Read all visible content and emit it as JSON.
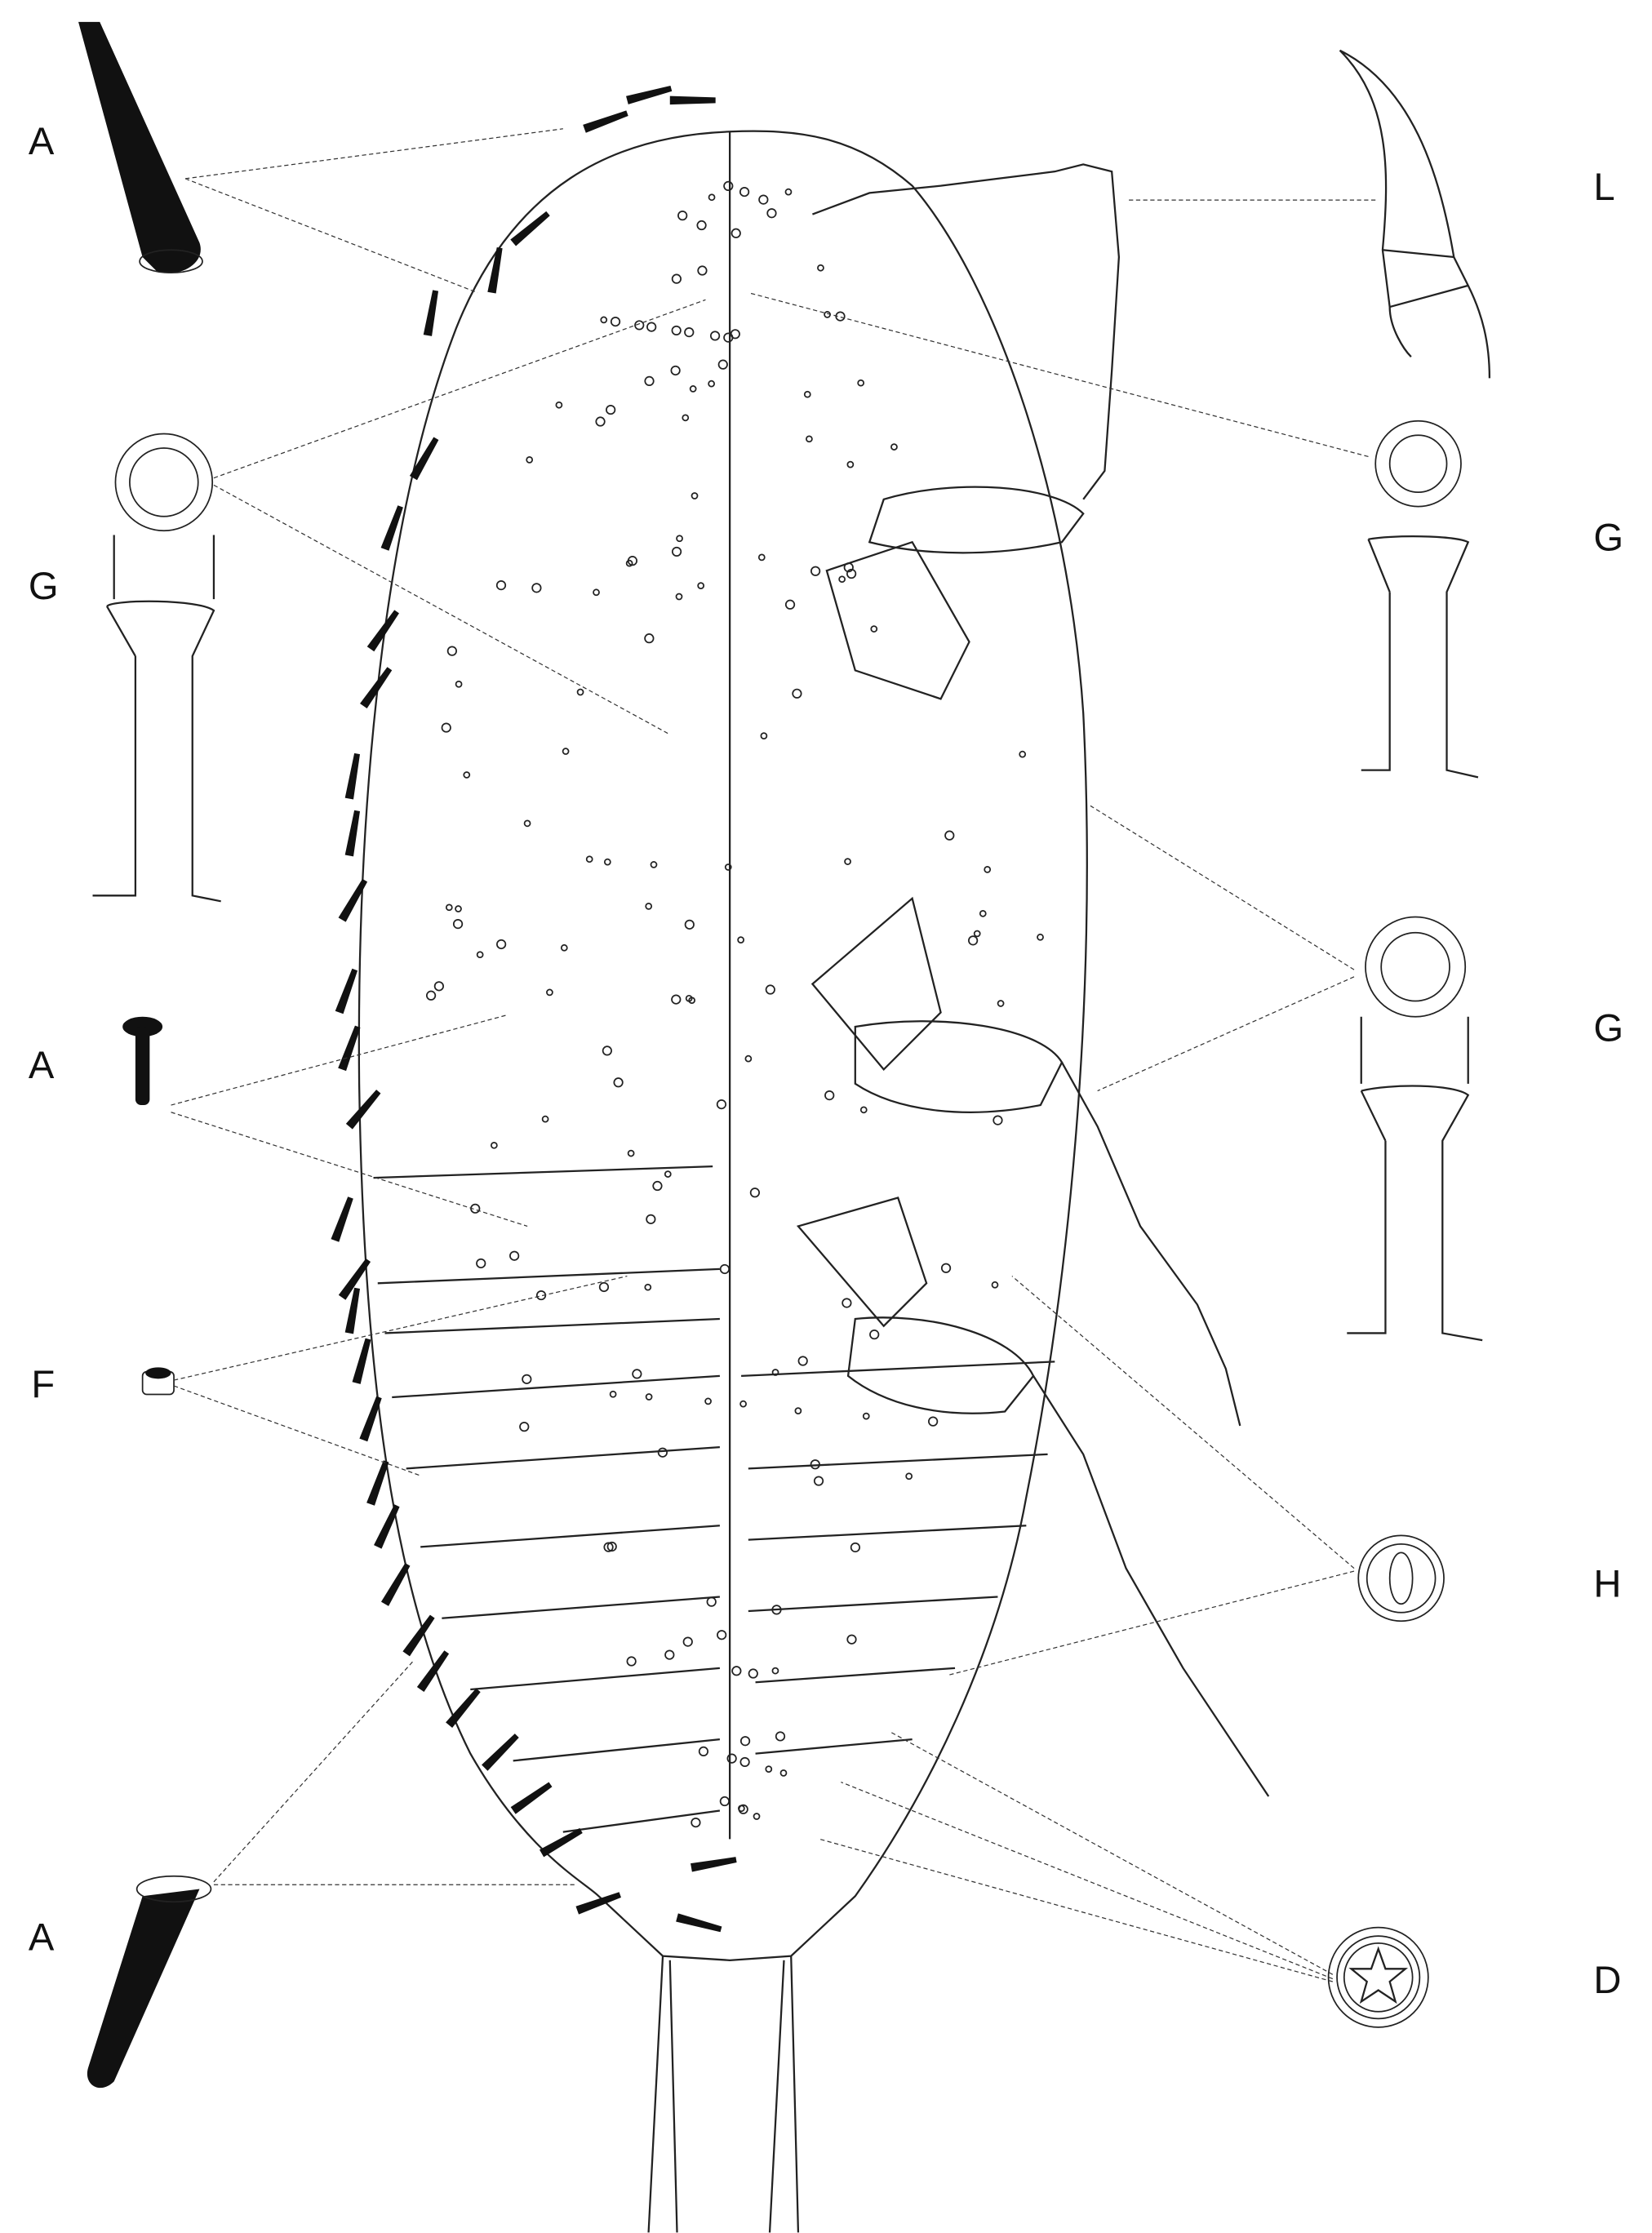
{
  "figure": {
    "left_labels": [
      "A",
      "G",
      "A",
      "F",
      "A"
    ],
    "right_labels": [
      "L",
      "G",
      "G",
      "H",
      "D"
    ]
  },
  "colors": {
    "ink": "#111111",
    "background": "#ffffff"
  }
}
